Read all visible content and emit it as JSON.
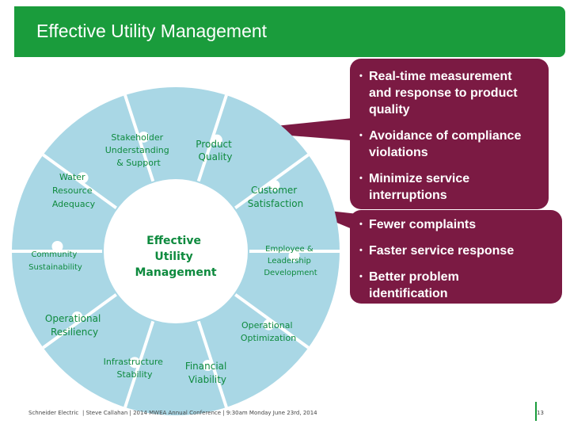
{
  "slide": {
    "title": "Effective Utility Management",
    "page_number": "13"
  },
  "colors": {
    "title_bar": "#1a9c3c",
    "ring": "#a9d7e5",
    "callout": "#7b1a43",
    "accent_text": "#0e8a3e"
  },
  "diagram": {
    "center": [
      "Effective",
      "Utility",
      "Management"
    ],
    "segments": [
      {
        "lines": [
          "Product",
          "Quality"
        ]
      },
      {
        "lines": [
          "Customer",
          "Satisfaction"
        ]
      },
      {
        "lines": [
          "Employee &",
          "Leadership",
          "Development"
        ]
      },
      {
        "lines": [
          "Operational",
          "Optimization"
        ]
      },
      {
        "lines": [
          "Financial",
          "Viability"
        ]
      },
      {
        "lines": [
          "Infrastructure",
          "Stability"
        ]
      },
      {
        "lines": [
          "Operational",
          "Resiliency"
        ]
      },
      {
        "lines": [
          "Community",
          "Sustainability"
        ]
      },
      {
        "lines": [
          "Water",
          "Resource",
          "Adequacy"
        ]
      },
      {
        "lines": [
          "Stakeholder",
          "Understanding",
          "& Support"
        ]
      }
    ]
  },
  "callout_top": {
    "bullets": [
      [
        "Real-time measurement",
        "and response to product",
        "quality"
      ],
      [
        "Avoidance of compliance",
        "violations"
      ],
      [
        "Minimize service",
        "interruptions"
      ]
    ]
  },
  "callout_bottom": {
    "bullets": [
      [
        "Fewer complaints"
      ],
      [
        "Faster service response"
      ],
      [
        "Better problem",
        "identification"
      ]
    ]
  },
  "footer": {
    "company": "Schneider Electric",
    "info": "| Steve Callahan | 2014 MWEA Annual Conference | 9:30am Monday June 23rd, 2014"
  }
}
